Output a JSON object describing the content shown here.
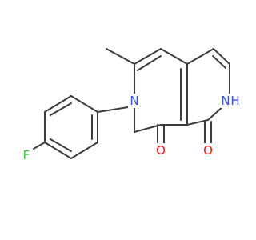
{
  "molecule": {
    "atoms": {
      "fluorine": {
        "symbol": "F",
        "color": "#33cc33"
      },
      "ring_nitrogen": {
        "symbol": "N",
        "color": "#3050f8"
      },
      "amide_nitrogen": {
        "symbol": "N",
        "color": "#3050f8"
      },
      "amide_hydrogen": {
        "symbol": "H",
        "color": "#3050f8"
      },
      "carbonyl_oxygen_left": {
        "symbol": "O",
        "color": "#ff0d0d"
      },
      "carbonyl_oxygen_right": {
        "symbol": "O",
        "color": "#ff0d0d"
      }
    },
    "bond_color": "#3c3c3c"
  }
}
